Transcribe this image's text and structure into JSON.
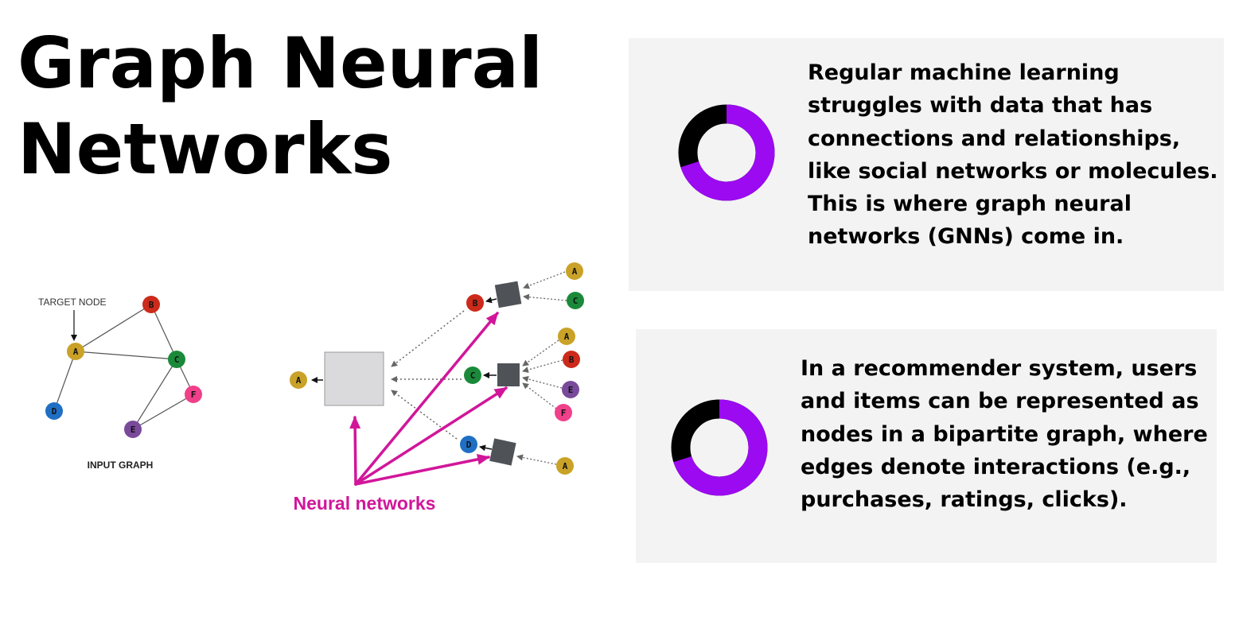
{
  "title": {
    "line1": "Graph Neural",
    "line2": "Networks"
  },
  "diagram": {
    "target_label": "TARGET NODE",
    "input_graph_label": "INPUT GRAPH",
    "nn_label": "Neural networks",
    "nodes": {
      "A": "A",
      "B": "B",
      "C": "C",
      "D": "D",
      "E": "E",
      "F": "F"
    },
    "colors": {
      "A": "#c9a227",
      "B": "#cc2a1a",
      "C": "#1a8a3a",
      "D": "#1f6fc4",
      "E": "#7a4a9a",
      "F": "#f0408a",
      "nn": "#d1169a",
      "box": "#4f5358",
      "agg_box": "#dadadc"
    }
  },
  "cards": [
    {
      "text": "Regular machine learning struggles with data that has connections and relationships, like social networks or molecules. This is where graph neural networks (GNNs) come in.",
      "donut_fill": 0.7
    },
    {
      "text": "In a recommender system, users and items can be represented as nodes in a bipartite graph, where edges denote interactions (e.g., purchases, ratings, clicks).",
      "donut_fill": 0.7
    }
  ],
  "accent_color": "#9b0af0"
}
